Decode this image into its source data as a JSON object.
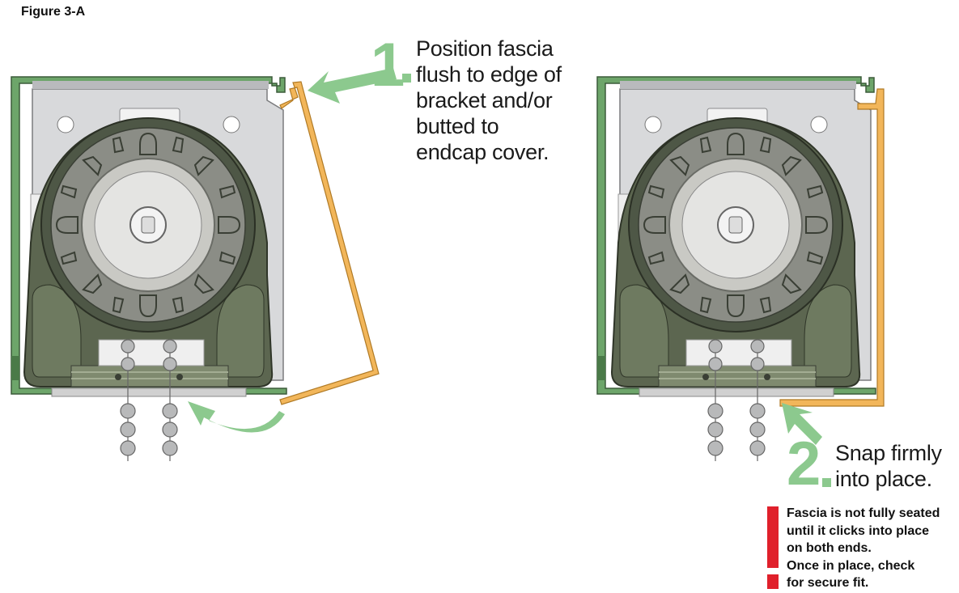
{
  "figure_label": "Figure 3-A",
  "step1": {
    "number": "1",
    "lines": [
      "Position fascia",
      "flush to edge of",
      "bracket and/or",
      "butted to",
      "endcap cover."
    ]
  },
  "step2": {
    "number": "2",
    "lines": [
      "Snap firmly",
      "into place."
    ]
  },
  "warning": {
    "lines": [
      "Fascia is not fully seated",
      "until it clicks into place",
      "on both ends.",
      "Once in place, check",
      "for secure fit."
    ]
  },
  "colors": {
    "bracket_green": "#5f9a5c",
    "motor_green": "#56604a",
    "fascia_orange": "#f2b65a",
    "arrow_green": "#8cc98e",
    "warning_red": "#e0202b"
  }
}
